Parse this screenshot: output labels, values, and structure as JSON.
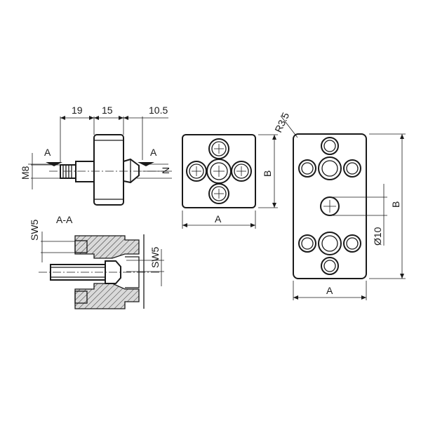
{
  "labels": {
    "dim_19": "19",
    "dim_15": "15",
    "dim_10_5": "10.5",
    "section_mark_left": "A",
    "section_mark_right": "A",
    "thread": "M8",
    "dim_n": "N",
    "section_title": "A-A",
    "sw5_left": "SW5",
    "sw5_right": "SW5",
    "square_a": "A",
    "square_b": "B",
    "rect_r": "R3.5",
    "rect_a": "A",
    "rect_b": "B",
    "rect_dia": "Ø10"
  },
  "colors": {
    "line": "#1a1a1a",
    "background": "#ffffff"
  }
}
